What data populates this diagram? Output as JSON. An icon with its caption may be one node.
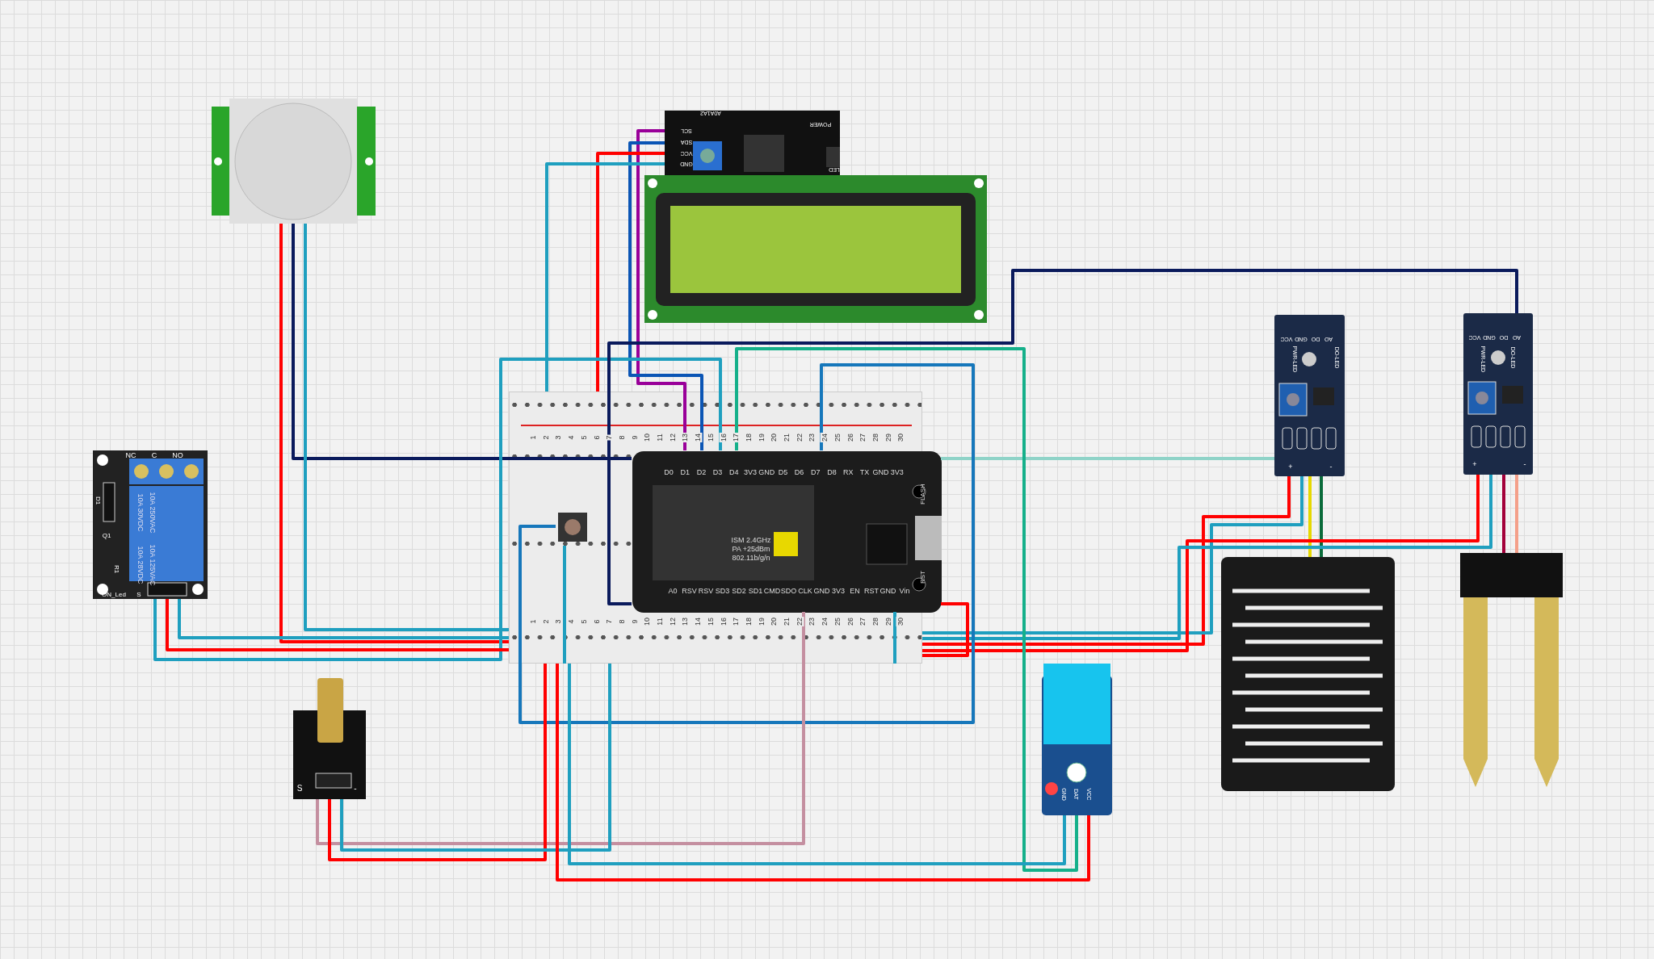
{
  "diagram": {
    "nodes": [
      {
        "text": [],
        "shape": "picture"
      },
      {
        "text": [],
        "shape": "picture"
      },
      {
        "text": [],
        "shape": "picture"
      },
      {
        "text": [],
        "shape": "picture"
      },
      {
        "text": [],
        "shape": "picture"
      },
      {
        "text": [],
        "shape": "picture",
        "in": 4
      },
      {
        "text": [],
        "shape": "picture",
        "in": 4
      },
      {
        "text": [],
        "shape": "picture"
      },
      {
        "text": [],
        "shape": "picture"
      },
      {
        "text": [],
        "shape": "picture"
      },
      {
        "text": [],
        "shape": "picture"
      },
      {
        "text": [],
        "shape": "picture"
      },
      {
        "text": [],
        "shape": "picture"
      }
    ],
    "edges": [
      {
        "from": 0,
        "to": 4,
        "arrow": "none",
        "color": "#ff0000"
      },
      {
        "from": 0,
        "to": 5,
        "arrow": "none",
        "color": "#0a1a5c"
      },
      {
        "from": 0,
        "to": 4,
        "arrow": "none"
      },
      {
        "from": 1,
        "to": 5,
        "arrow": "none",
        "color": "#990099"
      },
      {
        "from": 1,
        "to": 5,
        "arrow": "none",
        "color": "#0b55b5"
      },
      {
        "from": 1,
        "to": 4,
        "arrow": "none",
        "color": "#ff0000"
      },
      {
        "from": 1,
        "to": 4,
        "arrow": "none"
      },
      {
        "from": 3,
        "to": 5,
        "arrow": "none"
      },
      {
        "from": 3,
        "to": 4,
        "arrow": "none",
        "color": "#ff0000"
      },
      {
        "from": 3,
        "to": 4,
        "arrow": "none"
      },
      {
        "from": 9,
        "to": 4,
        "arrow": "none",
        "color": "#ff0000"
      },
      {
        "from": 9,
        "to": 4,
        "arrow": "none"
      },
      {
        "from": 9,
        "to": 5,
        "arrow": "none",
        "color": "#8fd3c8"
      },
      {
        "from": 9,
        "to": 10,
        "arrow": "none",
        "color": "#e6d800"
      },
      {
        "from": 9,
        "to": 10,
        "arrow": "none",
        "color": "#0a6b3a"
      },
      {
        "from": 11,
        "to": 4,
        "arrow": "none",
        "color": "#ff0000"
      },
      {
        "from": 11,
        "to": 4,
        "arrow": "none"
      },
      {
        "from": 11,
        "to": 5,
        "arrow": "none",
        "color": "#0a1a5c"
      },
      {
        "from": 11,
        "to": 12,
        "arrow": "none",
        "color": "#a3003a"
      },
      {
        "from": 11,
        "to": 12,
        "arrow": "none",
        "color": "#f4a08a"
      },
      {
        "from": 5,
        "to": 8,
        "arrow": "none",
        "color": "#15b08a"
      },
      {
        "from": 5,
        "to": 6,
        "arrow": "none",
        "color": "#1677bb"
      },
      {
        "from": 5,
        "to": 7,
        "arrow": "none",
        "color": "#c48fa0"
      },
      {
        "from": 7,
        "to": 4,
        "arrow": "none",
        "color": "#ff0000"
      },
      {
        "from": 7,
        "to": 4,
        "arrow": "none"
      },
      {
        "from": 8,
        "to": 4,
        "arrow": "none"
      },
      {
        "from": 8,
        "to": 4,
        "arrow": "none",
        "color": "#ff0000"
      },
      {
        "from": 5,
        "to": 4,
        "arrow": "none",
        "color": "#ff0000"
      },
      {
        "from": 5,
        "to": 4,
        "arrow": "none"
      },
      {
        "from": 6,
        "to": 4,
        "arrow": "none"
      }
    ],
    "labels": [
      "1",
      "2",
      "3",
      "4",
      "5",
      "6",
      "7",
      "8",
      "9",
      "10",
      "11",
      "12",
      "13",
      "14",
      "15",
      "16",
      "17",
      "18",
      "19",
      "20",
      "21",
      "22",
      "23",
      "24",
      "25",
      "26",
      "27",
      "28",
      "29",
      "30",
      "1",
      "2",
      "3",
      "4",
      "5",
      "6",
      "7",
      "8",
      "9",
      "10",
      "11",
      "12",
      "13",
      "14",
      "15",
      "16",
      "17",
      "18",
      "19",
      "20",
      "21",
      "22",
      "23",
      "24",
      "25",
      "26",
      "27",
      "28",
      "29",
      "30",
      "D0",
      "D1",
      "D2",
      "D3",
      "D4",
      "3V3",
      "GND",
      "D5",
      "D6",
      "D7",
      "D8",
      "RX",
      "TX",
      "GND",
      "3V3",
      "A0",
      "RSV",
      "RSV",
      "SD3",
      "SD2",
      "SD1",
      "CMD",
      "SDO",
      "CLK",
      "GND",
      "3V3",
      "EN",
      "RST",
      "GND",
      "Vin",
      "FLASH",
      "RST",
      "ISM 2.4GHz",
      "PA +25dBm",
      "802.11b/g/n",
      "NC",
      "C",
      "NO",
      "10A 250VAC",
      "10A 125VAC",
      "10A 30VDC",
      "10A 28VDC",
      "D1",
      "Q1",
      "R1",
      "ON_Led",
      "S",
      "SCL",
      "SDA",
      "VCC",
      "GND",
      "A0A1A2",
      "POWER",
      "LED",
      "VCC",
      "GND",
      "DO",
      "AO",
      "PWR-LED",
      "DO-LED",
      "+",
      "-",
      "VCC",
      "GND",
      "DO",
      "AO",
      "PWR-LED",
      "DO-LED",
      "+",
      "-",
      "GND",
      "DAT",
      "VCC",
      "S",
      "-"
    ]
  }
}
